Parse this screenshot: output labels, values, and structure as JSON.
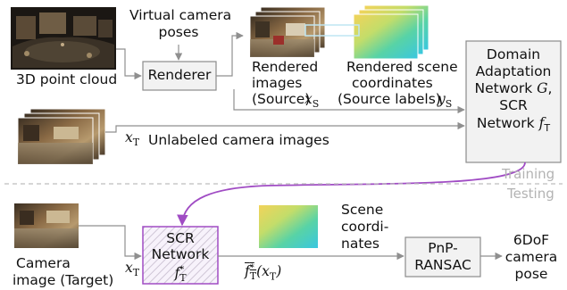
{
  "inputs": {
    "point_cloud_label": "3D point cloud",
    "camera_poses_line1": "Virtual camera",
    "camera_poses_line2": "poses",
    "unlabeled_symbol": "xT",
    "unlabeled_label": "Unlabeled camera images"
  },
  "renderer": {
    "label": "Renderer"
  },
  "rendered_images": {
    "line1": "Rendered",
    "line2": "images",
    "line3": "(Source)",
    "symbol": "xS"
  },
  "rendered_coords": {
    "line1": "Rendered scene",
    "line2": "coordinates",
    "line3": "(Source labels)",
    "symbol": "yS"
  },
  "domain_box": {
    "line1": "Domain",
    "line2": "Adaptation",
    "line3": "Network G,",
    "line4": "SCR",
    "line5": "Network fT"
  },
  "sections": {
    "training": "Training",
    "testing": "Testing"
  },
  "test": {
    "camera_label_line1": "Camera",
    "camera_label_line2": "image (Target)",
    "camera_symbol": "xT",
    "scr_line1": "SCR",
    "scr_line2": "Network",
    "scr_symbol": "f*T",
    "output_symbol": "f*T(xT)",
    "scene_coords_line1": "Scene",
    "scene_coords_line2": "coordi-",
    "scene_coords_line3": "nates",
    "pnp_line1": "PnP-",
    "pnp_line2": "RANSAC",
    "pose_line1": "6DoF",
    "pose_line2": "camera",
    "pose_line3": "pose"
  },
  "colors": {
    "box_fill": "#f2f2f2",
    "box_stroke": "#8c8c8c",
    "arrow": "#8f8f8f",
    "purple": "#a04cc4",
    "section_text": "#b3b3b3",
    "divider": "#bdbdbd"
  }
}
